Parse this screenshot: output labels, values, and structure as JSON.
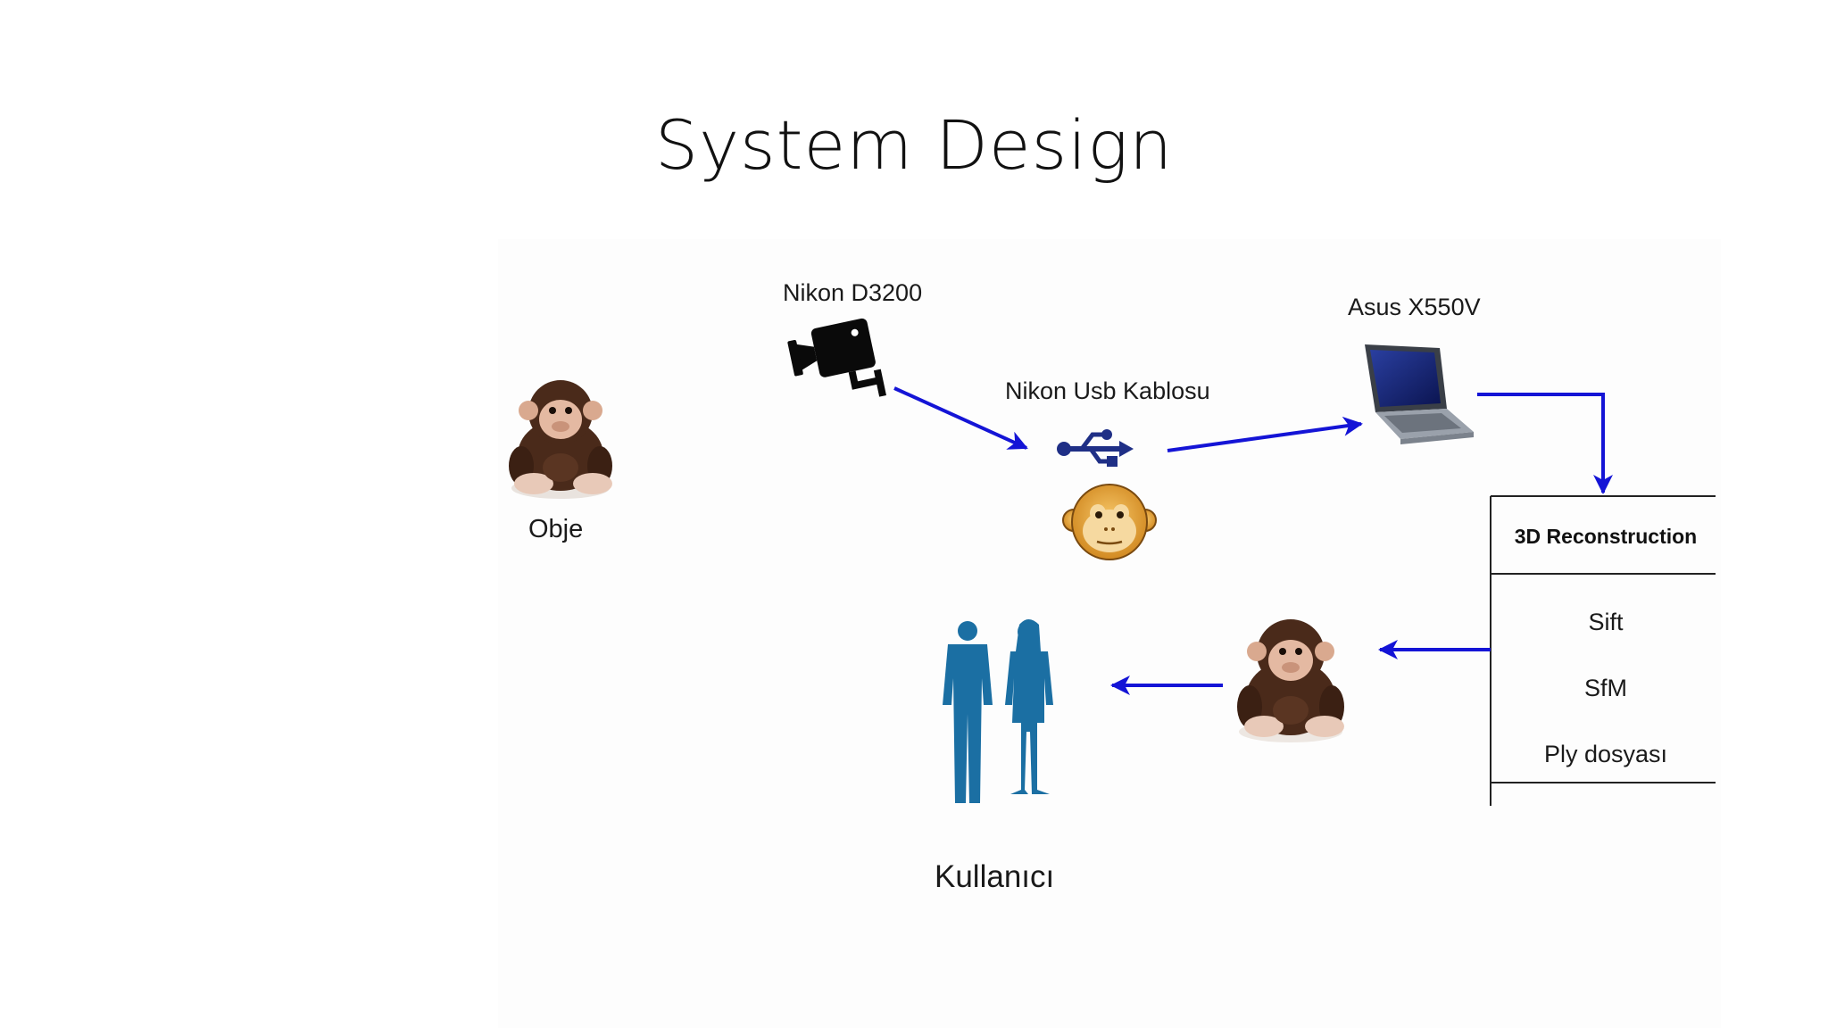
{
  "slide": {
    "title": "System Design"
  },
  "diagram": {
    "object_label": "Obje",
    "camera_label": "Nikon D3200",
    "cable_label": "Nikon Usb Kablosu",
    "laptop_label": "Asus  X550V",
    "reconstruction": {
      "title": "3D Reconstruction",
      "items": [
        "Sift",
        "SfM",
        "Ply dosyası"
      ]
    },
    "user_label": "Kullanıcı"
  },
  "colors": {
    "arrow": "#1414d6",
    "user_figures": "#1b6fa3",
    "usb_icon": "#1f2f86",
    "monkey_plush": "#4a2a1a"
  },
  "icons": [
    "monkey-plush-icon",
    "camera-icon",
    "usb-icon",
    "monkey-face-icon",
    "laptop-icon",
    "users-icon"
  ]
}
